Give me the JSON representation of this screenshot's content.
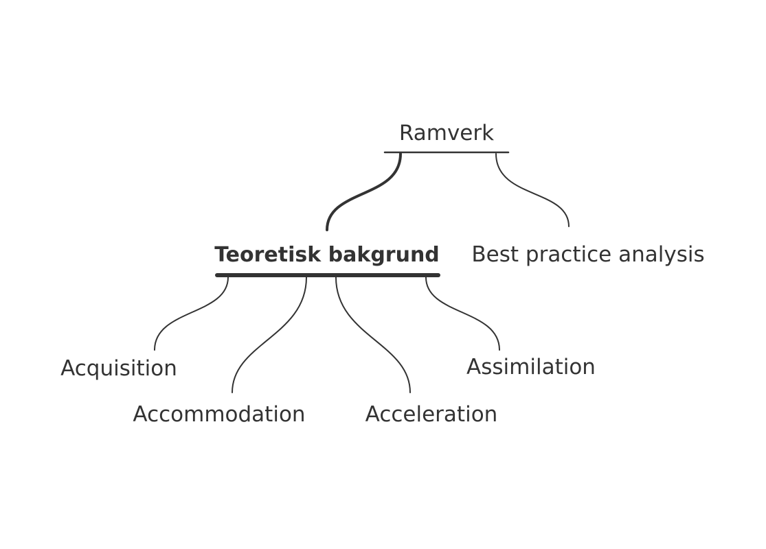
{
  "colors": {
    "line": "#333333",
    "text": "#333333",
    "background": "#ffffff"
  },
  "mindmap": {
    "root": {
      "label": "Ramverk"
    },
    "branches": [
      {
        "label": "Teoretisk bakgrund",
        "emphasis": "bold",
        "children": [
          {
            "label": "Acquisition"
          },
          {
            "label": "Accommodation"
          },
          {
            "label": "Acceleration"
          },
          {
            "label": "Assimilation"
          }
        ]
      },
      {
        "label": "Best practice analysis",
        "children": []
      }
    ]
  }
}
